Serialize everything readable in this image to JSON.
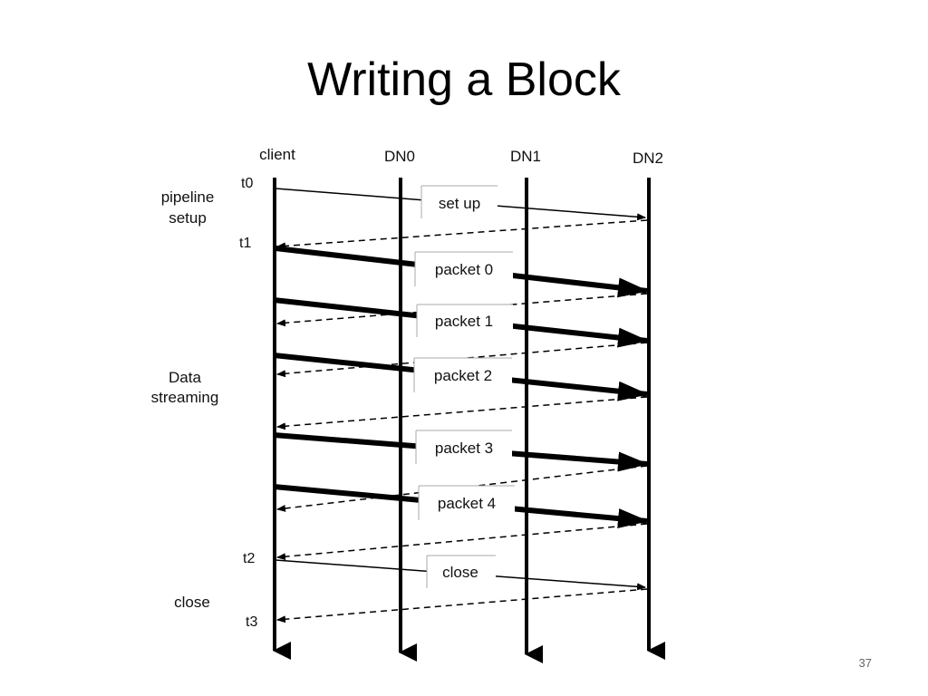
{
  "slide": {
    "title": "Writing a Block",
    "page_number": "37"
  },
  "diagram": {
    "lanes": [
      "client",
      "DN0",
      "DN1",
      "DN2"
    ],
    "time_labels": [
      "t0",
      "t1",
      "t2",
      "t3"
    ],
    "phases": [
      [
        "pipeline",
        "setup"
      ],
      [
        "Data",
        "streaming"
      ],
      [
        "close"
      ]
    ],
    "messages": [
      "set up",
      "packet 0",
      "packet 1",
      "packet 2",
      "packet 3",
      "packet 4",
      "close"
    ]
  }
}
